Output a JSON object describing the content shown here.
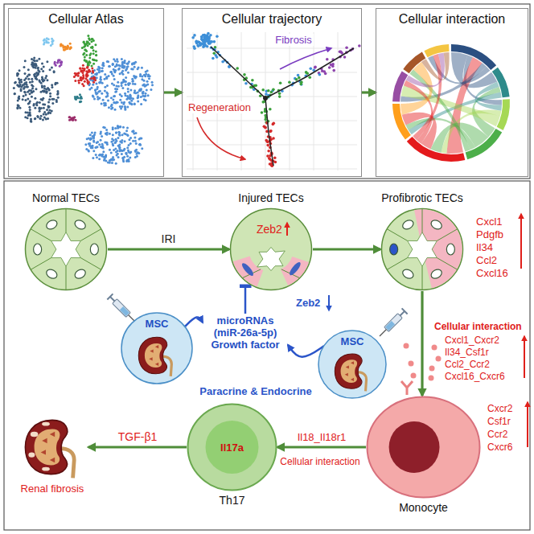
{
  "diagram": {
    "nodes": [
      {
        "text": [
          "Cellular Atlas"
        ]
      },
      {
        "text": [
          "Cellular trajectory"
        ]
      },
      {
        "text": [
          "Cellular interaction"
        ]
      },
      {
        "text": [
          "Normal TECs"
        ]
      },
      {
        "text": [
          "Injured TECs",
          "Zeb2"
        ]
      },
      {
        "text": [
          "Profibrotic TECs"
        ]
      },
      {
        "text": [
          "MSC"
        ]
      },
      {
        "text": [
          "MSC"
        ]
      },
      {
        "text": [
          "microRNAs (miR-26a-5p) Growth factor"
        ]
      },
      {
        "text": [
          "Monocyte"
        ]
      },
      {
        "text": [
          "Il17a",
          "Th17"
        ]
      },
      {
        "text": [
          "Renal fibrosis"
        ]
      }
    ],
    "edges": [
      {
        "from": 0,
        "to": 1,
        "arrow": "to"
      },
      {
        "from": 1,
        "to": 2,
        "arrow": "to"
      },
      {
        "from": 3,
        "to": 4,
        "label": "IRI",
        "arrow": "to"
      },
      {
        "from": 4,
        "to": 5,
        "arrow": "to"
      },
      {
        "from": 5,
        "to": 9,
        "arrow": "to"
      },
      {
        "from": 9,
        "to": 10,
        "label": "Il18_Il18r1",
        "arrow": "to"
      },
      {
        "from": 10,
        "to": 11,
        "label": "TGF-β1",
        "arrow": "to"
      },
      {
        "from": 6,
        "to": 8,
        "arrow": "to"
      },
      {
        "from": 7,
        "to": 8,
        "arrow": "to"
      },
      {
        "from": 8,
        "to": 4,
        "arrow": "to"
      }
    ],
    "labels": [
      "Fibrosis",
      "Regeneration",
      "Zeb2",
      "Paracrine & Endocrine",
      "Cxcl1",
      "Pdgfb",
      "Il34",
      "Ccl2",
      "Cxcl16",
      "Cellular interaction",
      "Cxcl1_Cxcr2",
      "Il34_Csf1r",
      "Ccl2_Ccr2",
      "Cxcl16_Cxcr6",
      "Cxcr2",
      "Csf1r",
      "Ccr2",
      "Cxcr6",
      "Cellular interaction"
    ]
  }
}
